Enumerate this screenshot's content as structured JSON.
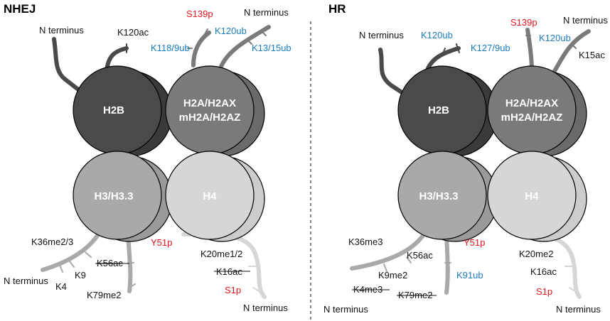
{
  "colors": {
    "h2b": "#4a4a4a",
    "h2a": "#7a7a7a",
    "h3": "#a9a9a9",
    "h4": "#d6d6d6",
    "black": "#111111",
    "red": "#e8141b",
    "blue": "#1a7cc0"
  },
  "panels": {
    "nhej": {
      "title": "NHEJ",
      "histones": {
        "h2b": "H2B",
        "h2a_line1": "H2A/H2AX",
        "h2a_line2": "mH2A/H2AZ",
        "h3": "H3/H3.3",
        "h4": "H4"
      },
      "labels": {
        "n_term_h2b": "N terminus",
        "k120ac": "K120ac",
        "s139p": "S139p",
        "n_term_h2a": "N terminus",
        "k120ub": "K120ub",
        "k118_9ub": "K118/9ub",
        "k13_15ub": "K13/15ub",
        "k36": "K36me2/3",
        "n_term_h3": "N terminus",
        "k9": "K9",
        "k4": "K4",
        "k56ac": "K56ac",
        "k79": "K79me2",
        "y51p": "Y51p",
        "k20": "K20me1/2",
        "k16ac": "K16ac",
        "s1p": "S1p",
        "n_term_h4": "N terminus"
      }
    },
    "hr": {
      "title": "HR",
      "histones": {
        "h2b": "H2B",
        "h2a_line1": "H2A/H2AX",
        "h2a_line2": "mH2A/H2AZ",
        "h3": "H3/H3.3",
        "h4": "H4"
      },
      "labels": {
        "n_term_h2b": "N terminus",
        "k120ub_h2b": "K120ub",
        "k127_9ub": "K127/9ub",
        "s139p": "S139p",
        "k120ub_h2a": "K120ub",
        "n_term_h2a": "N terminus",
        "k15ac": "K15ac",
        "k36": "K36me3",
        "k56ac": "K56ac",
        "k9me2": "K9me2",
        "k4me3": "K4me3",
        "k79": "K79me2",
        "n_term_h3": "N terminus",
        "y51p": "Y51p",
        "k91ub": "K91ub",
        "k20": "K20me2",
        "k16ac": "K16ac",
        "s1p": "S1p",
        "n_term_h4": "N terminus"
      }
    }
  }
}
